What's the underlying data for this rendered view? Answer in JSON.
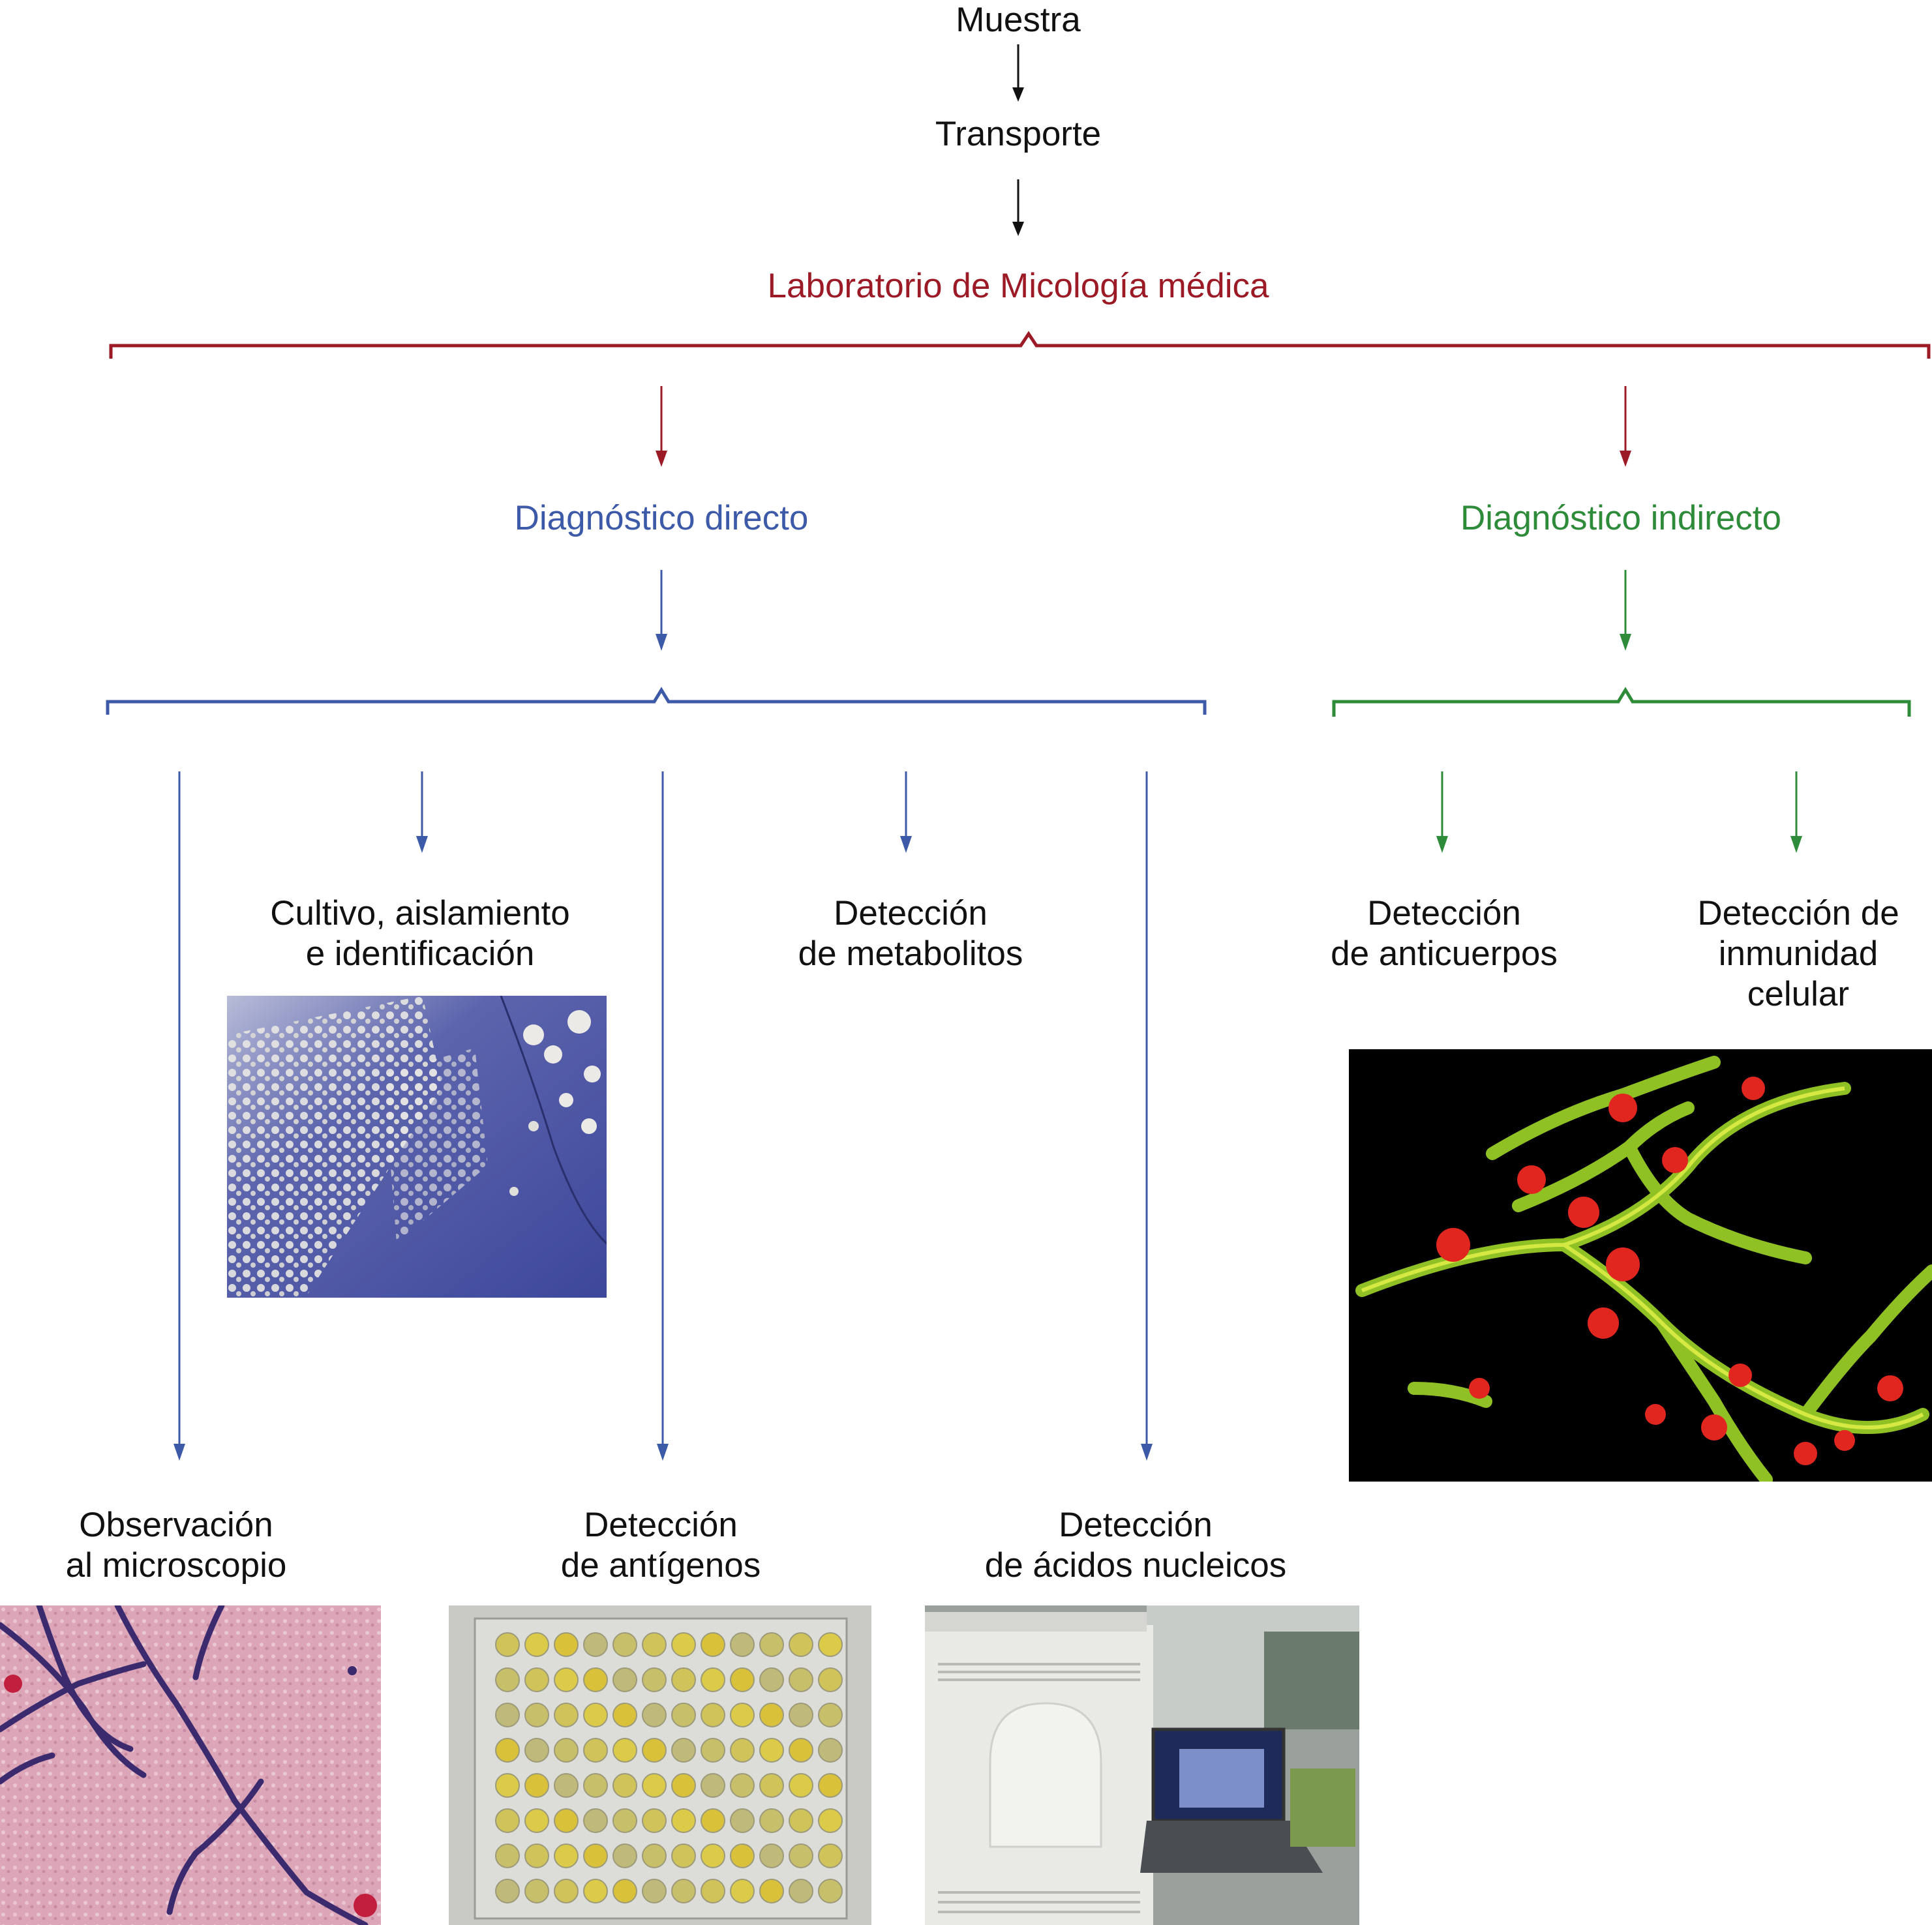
{
  "colors": {
    "black": "#111111",
    "red": "#9c1a26",
    "blue": "#3c5aa8",
    "green": "#2e8b3a"
  },
  "labels": {
    "muestra": "Muestra",
    "transporte": "Transporte",
    "laboratorio": "Laboratorio de Micología médica",
    "directo": "Diagnóstico directo",
    "indirecto": "Diagnóstico indirecto",
    "cultivo": "Cultivo, aislamiento\ne identificación",
    "metabolitos": "Detección\nde metabolitos",
    "anticuerpos": "Detección\nde anticuerpos",
    "inmunidad": "Detección de\ninmunidad\ncelular",
    "microscopio": "Observación\nal microscopio",
    "antigenos": "Detección\nde antígenos",
    "acidos": "Detección\nde ácidos nucleicos"
  },
  "images": {
    "culture": "culture-plate-photo",
    "fluorescence": "fluorescence-microscopy-photo",
    "microscopy": "stained-hyphae-microscopy-photo",
    "elisa": "elisa-microplate-photo",
    "pcr": "pcr-thermocycler-photo"
  }
}
